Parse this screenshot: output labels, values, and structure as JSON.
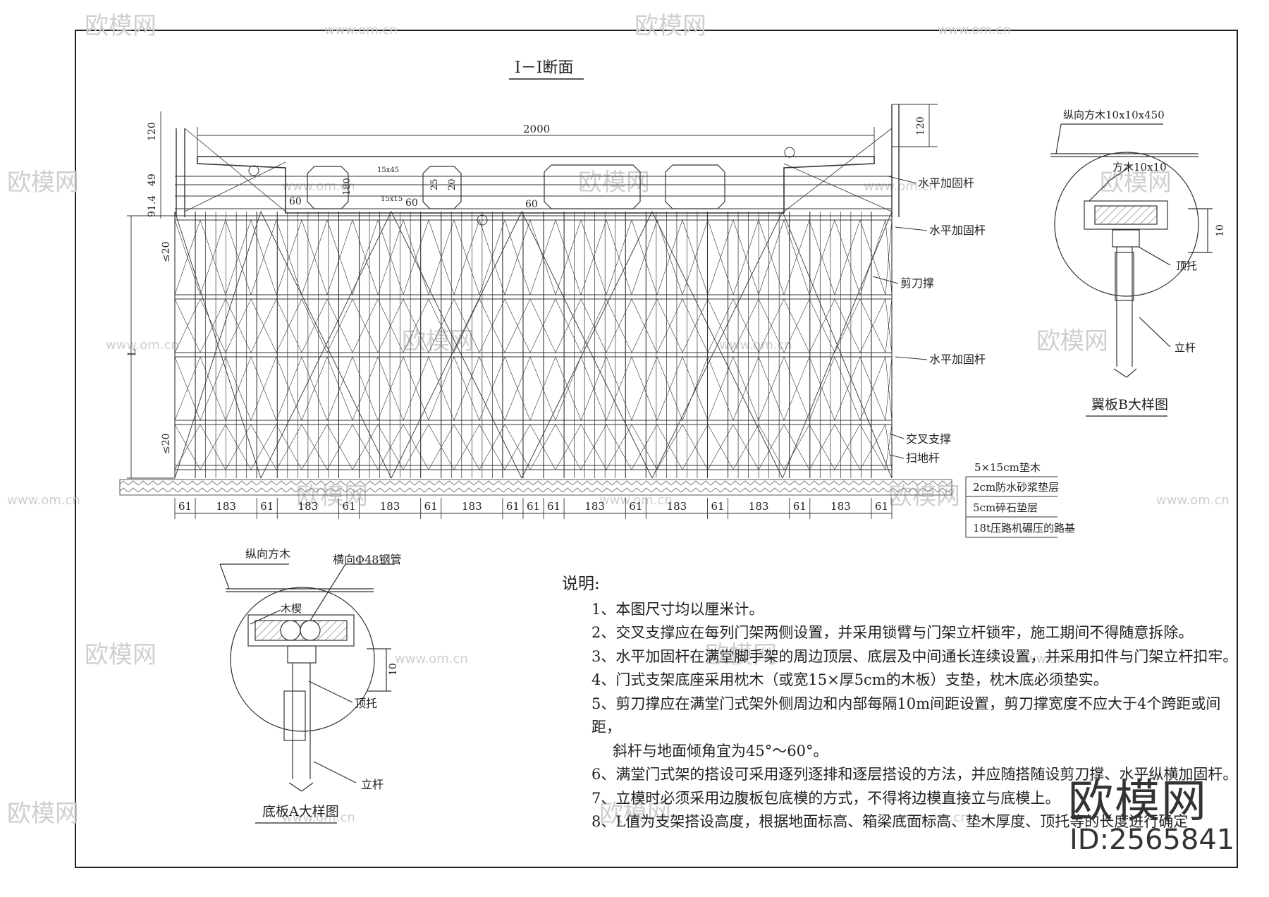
{
  "section_title": "I－I断面",
  "dims": {
    "span": "2000",
    "top_offset": "120",
    "right_top": "120",
    "d49": "49",
    "d914": "91.4",
    "le20_top": "≤20",
    "L": "L",
    "le20_bot": "≤20",
    "d180": "180",
    "d15x45": "15x45",
    "d15x15": "15x15",
    "d25": "25",
    "d20": "20",
    "d60a": "60",
    "d60b": "60",
    "d60c": "60"
  },
  "bottom_dims": [
    "61",
    "183",
    "61",
    "183",
    "61",
    "183",
    "61",
    "183",
    "61",
    "61",
    "61",
    "183",
    "61",
    "183",
    "61",
    "183",
    "61",
    "183",
    "61"
  ],
  "callouts": {
    "h1": "水平加固杆",
    "h2": "水平加固杆",
    "scissor": "剪刀撑",
    "h3": "水平加固杆",
    "cross": "交叉支撑",
    "sweep": "扫地杆"
  },
  "layers": [
    "5×15cm垫木",
    "2cm防水砂浆垫层",
    "5cm碎石垫层",
    "18t压路机碾压的路基"
  ],
  "detail_b": {
    "title": "翼板B大样图",
    "top_label": "纵向方木10x10x450",
    "inner_label": "方木10x10",
    "dim": "10",
    "support_label": "顶托",
    "post_label": "立杆"
  },
  "detail_a": {
    "title": "底板A大样图",
    "top_label": "纵向方木",
    "pipe_label": "横向Φ48钢管",
    "wood_label": "木楔",
    "dim": "10",
    "support_label": "顶托",
    "post_label": "立杆"
  },
  "notes": {
    "title": "说明:",
    "items": [
      "1、本图尺寸均以厘米计。",
      "2、交叉支撑应在每列门架两侧设置，并采用锁臂与门架立杆锁牢，施工期间不得随意拆除。",
      "3、水平加固杆在满堂脚手架的周边顶层、底层及中间通长连续设置，并采用扣件与门架立杆扣牢。",
      "4、门式支架底座采用枕木（或宽15×厚5cm的木板）支垫，枕木底必须垫实。",
      "5、剪刀撑应在满堂门式架外侧周边和内部每隔10m间距设置，剪刀撑宽度不应大于4个跨距或间距，",
      "斜杆与地面倾角宜为45°～60°。",
      "6、满堂门式架的搭设可采用逐列逐排和逐层搭设的方法，并应随搭随设剪刀撑、水平纵横加固杆。",
      "7、立模时必须采用边腹板包底模的方式，不得将边模直接立与底模上。",
      "8、L值为支架搭设高度，根据地面标高、箱梁底面标高、垫木厚度、顶托等的长度进行确定"
    ]
  },
  "watermark": {
    "brand": "欧模网",
    "url": "www.om.cn",
    "id": "ID:2565841"
  }
}
